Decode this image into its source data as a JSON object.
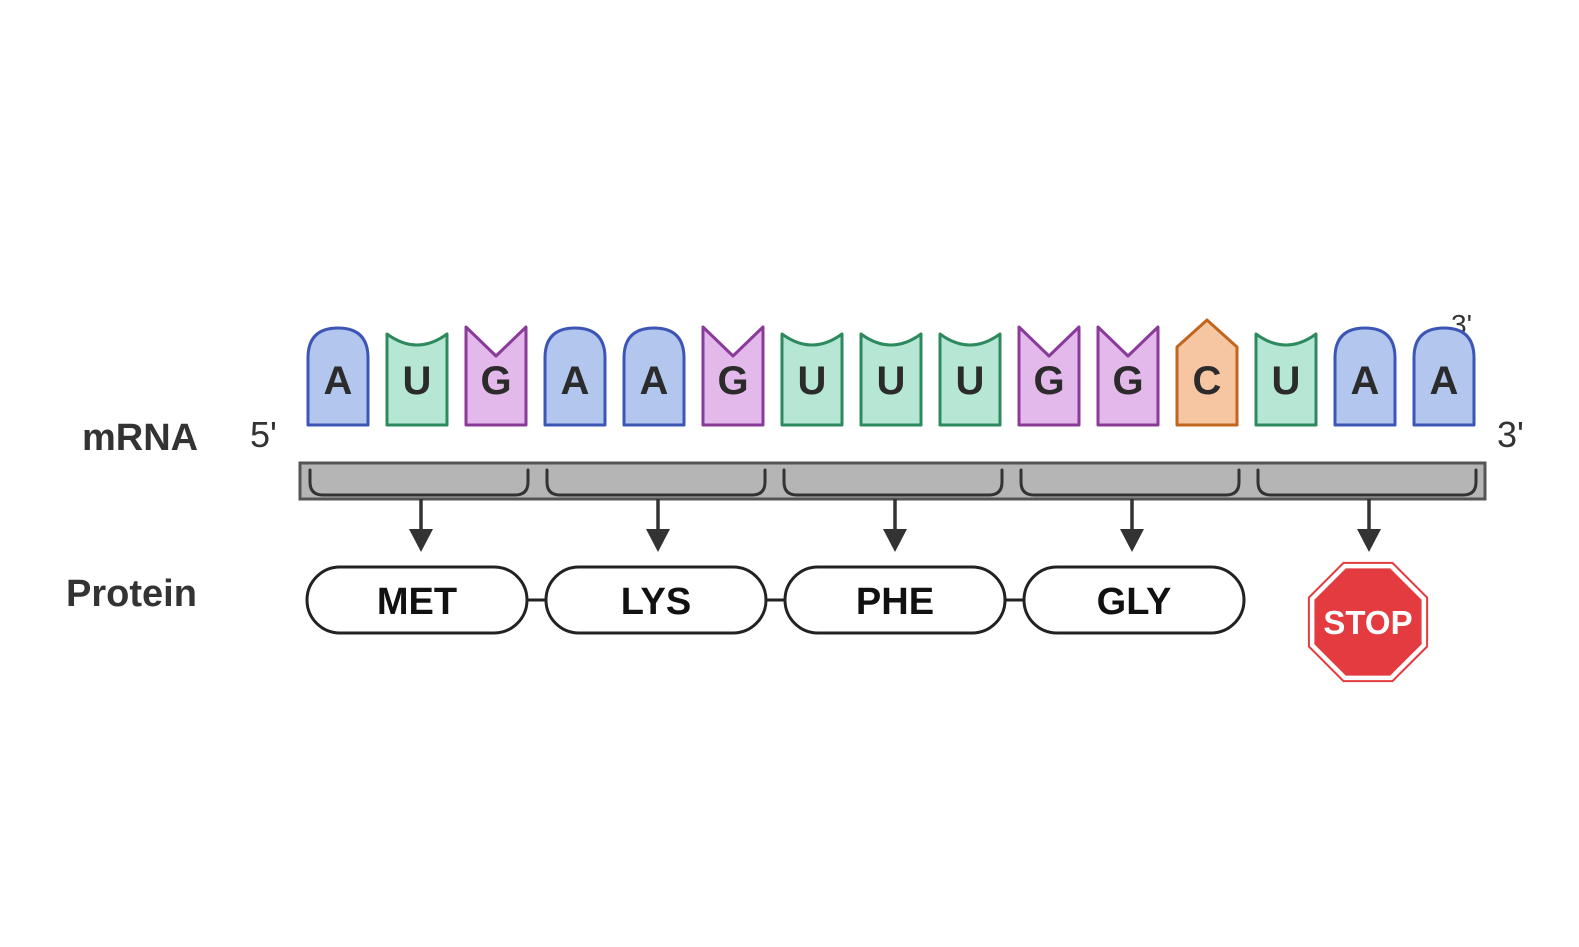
{
  "labels": {
    "mrna": "mRNA",
    "protein": "Protein",
    "five_prime": "5'",
    "three_prime": "3'",
    "three_prime_top": "3'",
    "stop": "STOP"
  },
  "colors": {
    "A": {
      "fill": "#b3c6ee",
      "stroke": "#3d56b5"
    },
    "U": {
      "fill": "#b6e6d4",
      "stroke": "#2d8a5e"
    },
    "G": {
      "fill": "#e3b8ea",
      "stroke": "#8a3b9a"
    },
    "C": {
      "fill": "#f6c5a2",
      "stroke": "#c0661e"
    },
    "backbone_fill": "#b5b5b5",
    "backbone_stroke": "#555555",
    "stop_fill": "#e33b3f"
  },
  "bases": [
    "A",
    "U",
    "G",
    "A",
    "A",
    "G",
    "U",
    "U",
    "U",
    "G",
    "G",
    "C",
    "U",
    "A",
    "A"
  ],
  "amino_acids": [
    "MET",
    "LYS",
    "PHE",
    "GLY"
  ]
}
